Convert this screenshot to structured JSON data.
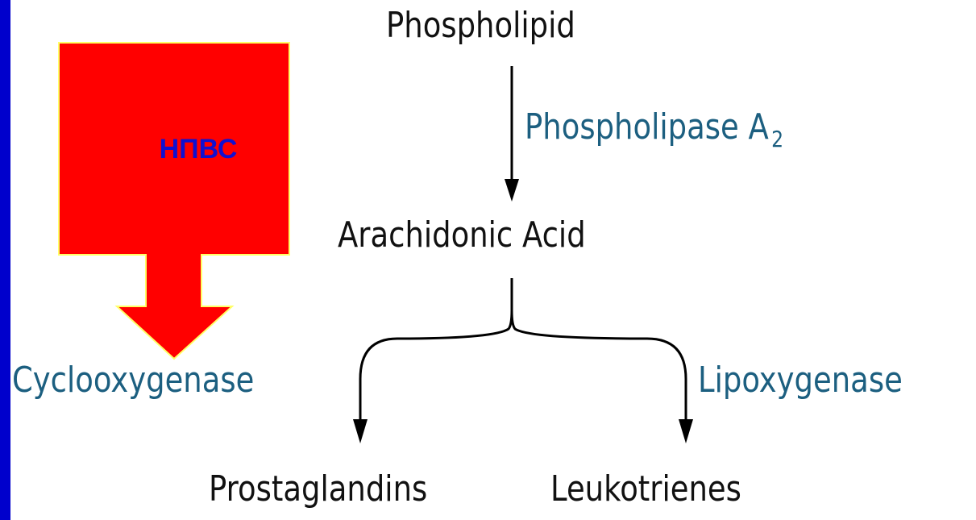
{
  "diagram": {
    "nodes": {
      "phospholipid": "Phospholipid",
      "arachidonic_acid": "Arachidonic Acid",
      "prostaglandins": "Prostaglandins",
      "leukotrienes": "Leukotrienes"
    },
    "enzymes": {
      "phospholipase_name": "Phospholipase A",
      "phospholipase_subscript": "2",
      "cyclooxygenase": "Cyclooxygenase",
      "lipoxygenase": "Lipoxygenase"
    },
    "inhibitor": {
      "label": "НПВС",
      "fill": "#FF0000",
      "border": "#FFFF66",
      "text_color": "#1010D0"
    },
    "colors": {
      "background": "#0000CC",
      "panel": "#FFFFFF",
      "node_text": "#111111",
      "enzyme_text": "#1C5F80"
    }
  }
}
